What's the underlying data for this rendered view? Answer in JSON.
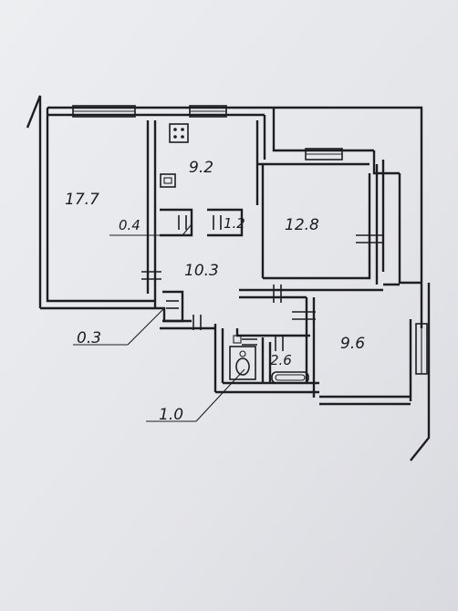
{
  "rooms": {
    "room_a": {
      "area": "17.7"
    },
    "kitchen": {
      "area": "9.2"
    },
    "pantry": {
      "area": "0.4"
    },
    "closet": {
      "area": "1.2"
    },
    "room_b": {
      "area": "12.8"
    },
    "hall": {
      "area": "10.3"
    },
    "niche": {
      "area": "0.3"
    },
    "room_c": {
      "area": "9.6"
    },
    "bath": {
      "area": "2.6"
    },
    "wc": {
      "area": "1.0"
    }
  },
  "colors": {
    "paper": "#e6e7ea",
    "ink": "#1d1d22"
  }
}
